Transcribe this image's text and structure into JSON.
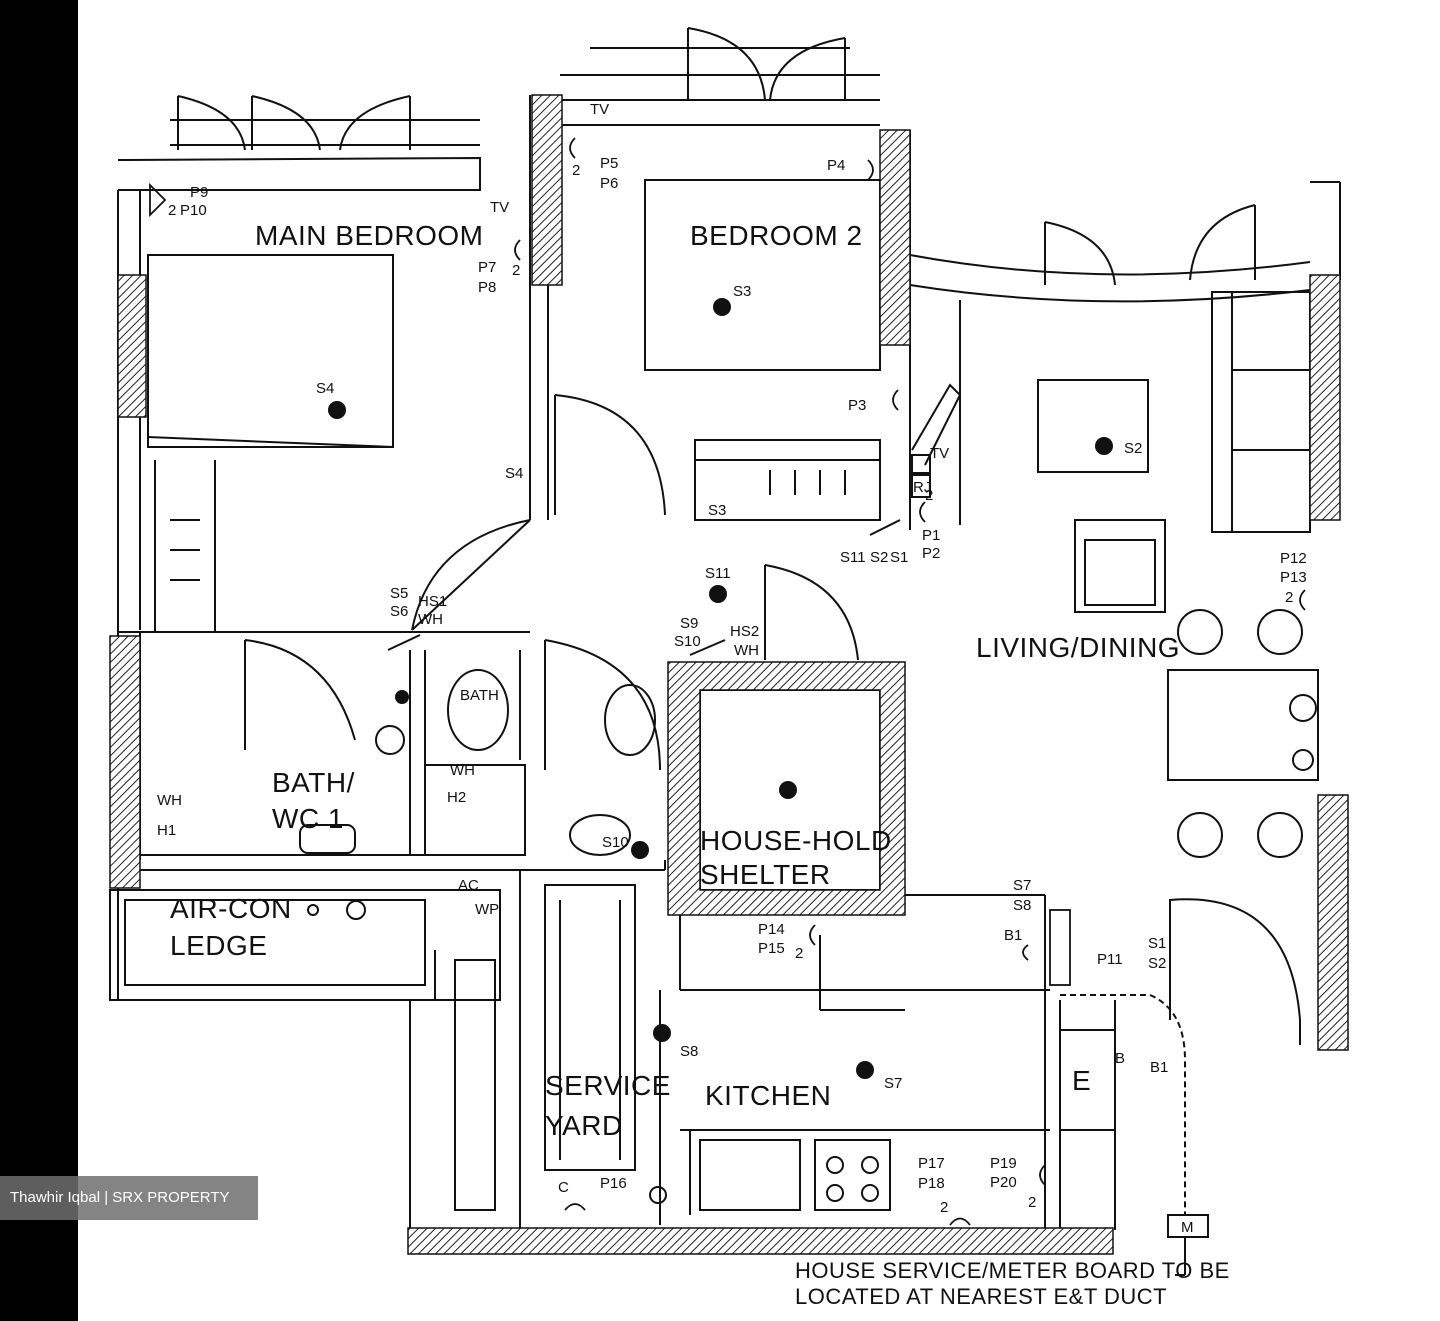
{
  "rooms": {
    "main_bedroom": "MAIN BEDROOM",
    "bedroom_2": "BEDROOM 2",
    "living_dining": "LIVING/DINING",
    "bath_wc_1_line1": "BATH/",
    "bath_wc_1_line2": "WC 1",
    "bath": "BATH",
    "household_shelter_line1": "HOUSE-HOLD",
    "household_shelter_line2": "SHELTER",
    "aircon_ledge_line1": "AIR-CON",
    "aircon_ledge_line2": "LEDGE",
    "service_yard_line1": "SERVICE",
    "service_yard_line2": "YARD",
    "kitchen": "KITCHEN",
    "e_room": "E"
  },
  "symbols": {
    "tv_main": "TV",
    "tv_bed2": "TV",
    "tv_living": "TV",
    "rj": "RJ",
    "p9": "P9",
    "p10": "P10",
    "two_p9": "2",
    "p7": "P7",
    "p8": "P8",
    "two_p7": "2",
    "p5": "P5",
    "p6": "P6",
    "two_p5": "2",
    "p4": "P4",
    "p3": "P3",
    "p1": "P1",
    "p2": "P2",
    "two_p1": "2",
    "s1a": "S1",
    "s2a": "S2",
    "s3a": "S3",
    "s4a": "S4",
    "s3b": "S3",
    "s4b": "S4",
    "s11_sw": "S11",
    "s2_sw": "S2",
    "s1_sw": "S1",
    "s11": "S11",
    "s5": "S5",
    "s6": "S6",
    "hs1": "HS1",
    "wh1": "WH",
    "s9": "S9",
    "s10": "S10",
    "hs2": "HS2",
    "wh2": "WH",
    "s10_light": "S10",
    "wh_h1": "WH",
    "h1": "H1",
    "wh_h2": "WH",
    "h2": "H2",
    "ac": "AC",
    "wp": "WP",
    "p12": "P12",
    "p13": "P13",
    "two_p12": "2",
    "s7a": "S7",
    "s8a": "S8",
    "b1a": "B1",
    "p11": "P11",
    "s1b": "S1",
    "s2b": "S2",
    "b": "B",
    "b1b": "B1",
    "p14": "P14",
    "p15": "P15",
    "two_p14": "2",
    "s8": "S8",
    "s7": "S7",
    "c": "C",
    "p16": "P16",
    "p17": "P17",
    "p18": "P18",
    "two_p17": "2",
    "p19": "P19",
    "p20": "P20",
    "two_p19": "2",
    "m": "M"
  },
  "notes": {
    "meter_line1": "HOUSE SERVICE/METER BOARD TO BE",
    "meter_line2": "LOCATED AT NEAREST E&T DUCT"
  },
  "watermark": "Thawhir Iqbal | SRX PROPERTY"
}
